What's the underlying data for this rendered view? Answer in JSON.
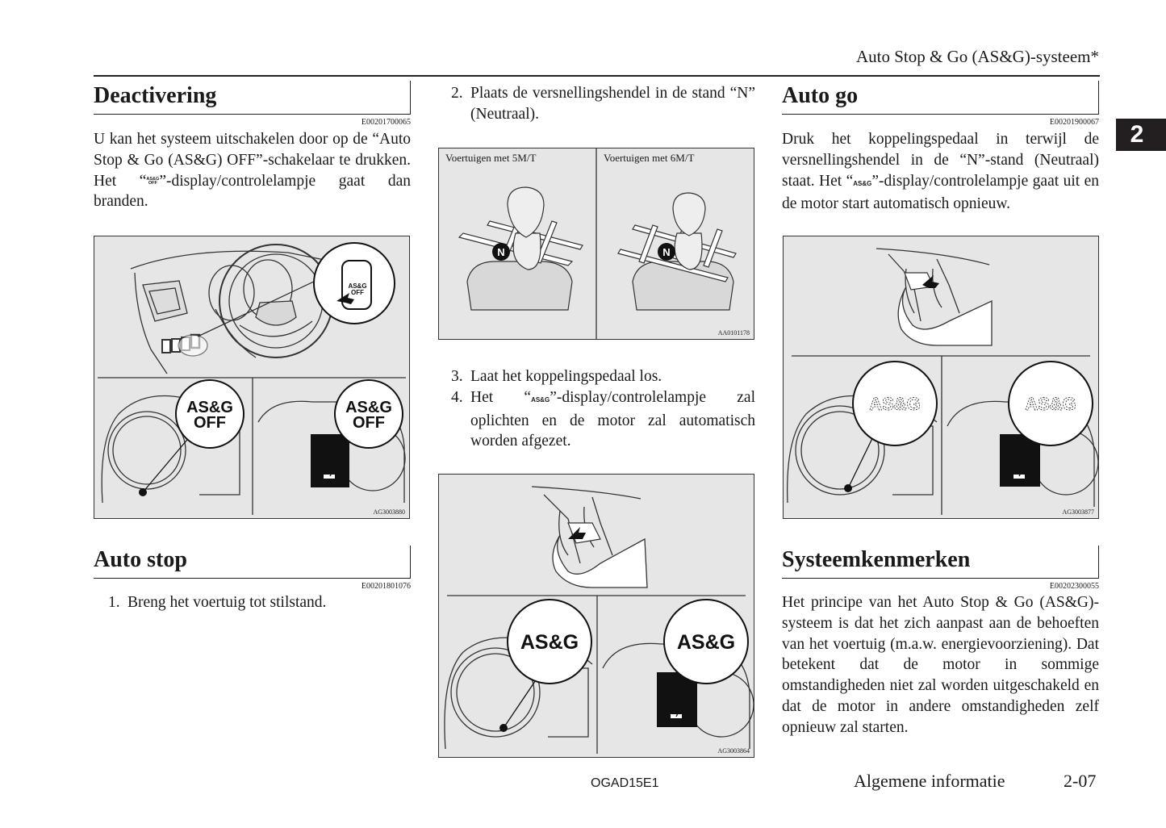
{
  "header": {
    "running_title": "Auto Stop & Go (AS&G)-systeem*",
    "chapter_tab": "2"
  },
  "left": {
    "deactivering": {
      "heading": "Deactivering",
      "code": "E00201700065",
      "text_before_icon": "U kan het systeem uitschakelen door op de “Auto Stop & Go (AS&G) OFF”-schakelaar te drukken. Het “",
      "icon_lines": [
        "AS&G",
        "OFF"
      ],
      "text_after_icon": "”-display/controlelampje gaat dan branden."
    },
    "figure": {
      "switch_label": [
        "AS&G",
        "OFF"
      ],
      "indicator_label": [
        "AS&G",
        "OFF"
      ],
      "code": "AG3003880"
    },
    "auto_stop": {
      "heading": "Auto stop",
      "code": "E00201801076",
      "steps": [
        {
          "num": "1.",
          "text": "Breng het voertuig tot stilstand."
        }
      ]
    }
  },
  "middle": {
    "step2": {
      "num": "2.",
      "text": "Plaats de versnellingshendel in de stand “N” (Neutraal)."
    },
    "gear_figure": {
      "label_5mt": "Voertuigen met 5M/T",
      "label_6mt": "Voertuigen met 6M/T",
      "neutral_mark": "N",
      "code": "AA0101178"
    },
    "step3": {
      "num": "3.",
      "text": "Laat het koppelingspedaal los."
    },
    "step4": {
      "num": "4.",
      "text_before_icon": "Het “",
      "icon_label": "AS&G",
      "text_after_icon": "”-display/controlelampje zal oplichten en de motor zal automatisch worden afgezet."
    },
    "pedal_figure": {
      "indicator_label": "AS&G",
      "code": "AG3003864"
    }
  },
  "right": {
    "auto_go": {
      "heading": "Auto go",
      "code": "E00201900067",
      "text_before_icon": "Druk het koppelingspedaal in terwijl de versnellingshendel in de “N”-stand (Neutraal) staat. Het “",
      "icon_label": "AS&G",
      "text_after_icon": "”-display/controlelampje gaat uit en de motor start automatisch opnieuw."
    },
    "figure": {
      "indicator_label": "AS&G",
      "code": "AG3003877"
    },
    "systeemkenmerken": {
      "heading": "Systeemkenmerken",
      "code": "E00202300055",
      "text": "Het principe van het Auto Stop & Go (AS&G)-systeem is dat het zich aanpast aan de behoeften van het voertuig (m.a.w. energievoorziening). Dat betekent dat de motor in sommige omstandigheden niet zal worden uitgeschakeld en dat de motor in andere omstandigheden zelf opnieuw zal starten."
    }
  },
  "footer": {
    "doc_code": "OGAD15E1",
    "section": "Algemene informatie",
    "page": "2-07"
  }
}
